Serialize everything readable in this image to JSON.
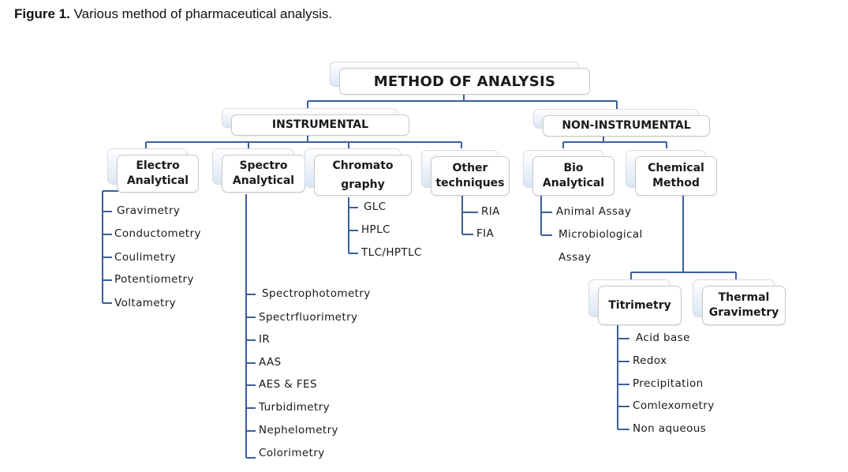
{
  "caption": {
    "label": "Figure 1.",
    "text": " Various method of pharmaceutical analysis."
  },
  "colors": {
    "connector": "#3a5f9e",
    "box_border": "#c9c9c9",
    "box_shadow_tint": "#dbe6f3"
  },
  "root": {
    "label": "METHOD OF ANALYSIS"
  },
  "instrumental": {
    "label": "INSTRUMENTAL",
    "children": {
      "electro": {
        "label_line1": "Electro",
        "label_line2": "Analytical",
        "items": [
          "Gravimetry",
          "Conductometry",
          "Coulimetry",
          "Potentiometry",
          "Voltametry"
        ]
      },
      "spectro": {
        "label_line1": "Spectro",
        "label_line2": "Analytical",
        "items": [
          "Spectrophotometry",
          "Spectrfluorimetry",
          "IR",
          "AAS",
          "AES & FES",
          "Turbidimetry",
          "Nephelometry",
          "Colorimetry"
        ]
      },
      "chromato": {
        "label_line1": "Chromato",
        "label_line2": "graphy",
        "items": [
          "GLC",
          "HPLC",
          "TLC/HPTLC"
        ]
      },
      "other": {
        "label_line1": "Other",
        "label_line2": "techniques",
        "items": [
          "RIA",
          "FIA"
        ]
      }
    }
  },
  "non_instrumental": {
    "label": "NON-INSTRUMENTAL",
    "children": {
      "bio": {
        "label_line1": "Bio",
        "label_line2": "Analytical",
        "items": [
          "Animal Assay",
          "Microbiological",
          "Assay"
        ]
      },
      "chemical": {
        "label_line1": "Chemical",
        "label_line2": "Method",
        "children": {
          "titrimetry": {
            "label": "Titrimetry",
            "items": [
              "Acid base",
              "Redox",
              "Precipitation",
              "Comlexometry",
              "Non aqueous"
            ]
          },
          "thermal": {
            "label_line1": "Thermal",
            "label_line2": "Gravimetry"
          }
        }
      }
    }
  }
}
